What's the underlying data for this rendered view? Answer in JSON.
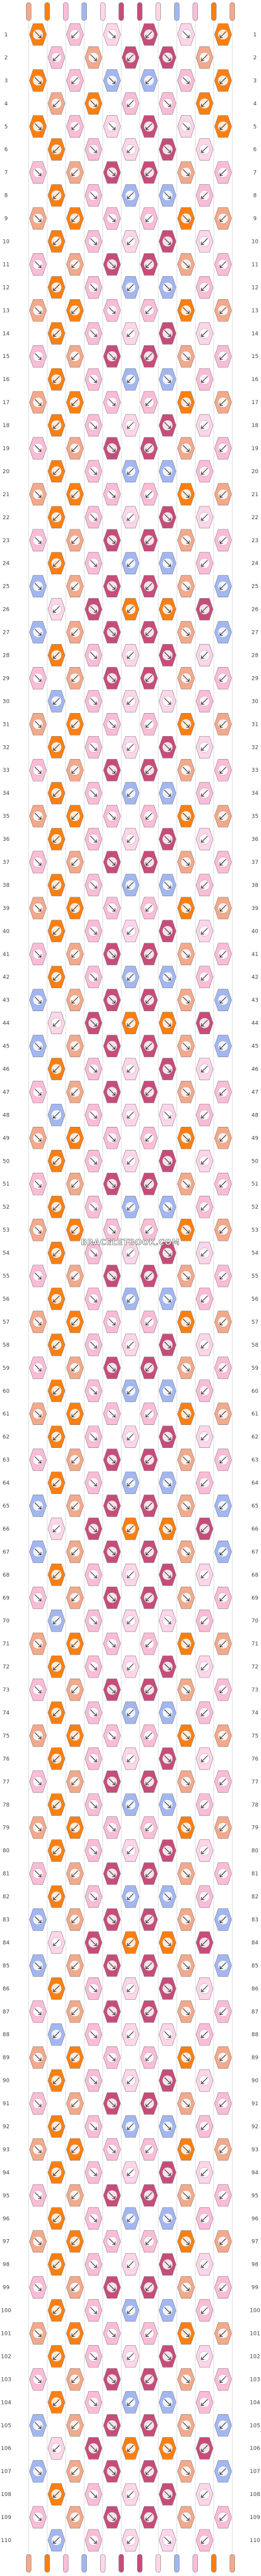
{
  "watermark": "BRACELETBOOK.COM",
  "row_labels": [
    "1",
    "2",
    "3",
    "4",
    "5",
    "6",
    "7",
    "8",
    "9",
    "10",
    "11",
    "12",
    "13",
    "14",
    "15",
    "16",
    "17",
    "18",
    "19",
    "20",
    "21",
    "22",
    "23",
    "24",
    "25",
    "26",
    "27",
    "28",
    "29",
    "30",
    "31",
    "32",
    "33",
    "34",
    "35",
    "36",
    "37",
    "38",
    "39",
    "40",
    "41",
    "42",
    "43",
    "44",
    "45",
    "46",
    "47",
    "48",
    "49",
    "50",
    "51",
    "52",
    "53",
    "54",
    "55",
    "56",
    "57",
    "58",
    "59",
    "60",
    "61",
    "62",
    "63",
    "64",
    "65",
    "66",
    "67",
    "68",
    "69",
    "70",
    "71",
    "72",
    "73",
    "74",
    "75",
    "76",
    "77",
    "78",
    "79",
    "80",
    "81",
    "82",
    "83",
    "84",
    "85",
    "86",
    "87",
    "88",
    "89",
    "90",
    "91",
    "92",
    "93",
    "94",
    "95",
    "96",
    "97",
    "98",
    "99",
    "100",
    "101",
    "102",
    "103",
    "104",
    "105",
    "106",
    "107",
    "108",
    "109",
    "110"
  ],
  "colors": {
    "A": "#f4a98a",
    "B": "#ff7f0e",
    "C": "#fcbcd8",
    "D": "#a2b7f2",
    "E": "#ffd5ea",
    "F": "#c84c7a"
  },
  "strings": [
    "A",
    "B",
    "C",
    "D",
    "E",
    "F",
    "F",
    "E",
    "D",
    "C",
    "B",
    "A"
  ],
  "knot_rows": [
    "BCEFEB",
    "CAFFAC",
    "BCDDCB",
    "ABCCBA",
    "BCEFEB",
    "BCEFEB",
    "CAFFAC",
    "BCDDCB",
    "ABCCBA",
    "BCEFEB",
    "CAFFAC",
    "BCDDCB",
    "ABCCBA",
    "BCEFEB",
    "CAFFAC",
    "BCDDCB",
    "ABCCBA",
    "BCEFEB",
    "CAFFAC",
    "BCDDCB",
    "ABCCBA",
    "BCEFEB",
    "CAFFAC",
    "BCDDCB",
    "DAFFAD",
    "EFBBFE",
    "DAFFAD",
    "BCEFEB",
    "CAFFAC",
    "DCEECD",
    "ABCCBA",
    "BCEFEB",
    "CAFFAC",
    "BCDDCB",
    "ABCCBA",
    "BCEFEB",
    "CAFFAC",
    "BCDDCB",
    "ABCCBA",
    "BCEFEB",
    "CAFFAC",
    "BCDDCB",
    "DAFFAD",
    "EFBBFE",
    "DAFFAD",
    "BCEFEB",
    "CAFFAC",
    "DCEECD",
    "ABCCBA",
    "BCEFEB",
    "CAFFAC",
    "BCDDCB",
    "ABCCBA",
    "BCEFEB",
    "CAFFAC",
    "BCDDCB",
    "ABCCBA",
    "BCEFEB",
    "CAFFAC",
    "BCDDCB",
    "ABCCBA",
    "BCEFEB",
    "CAFFAC",
    "BCDDCB",
    "DAFFAD",
    "EFBBFE",
    "DAFFAD",
    "BCEFEB",
    "CAFFAC",
    "DCEECD",
    "ABCCBA",
    "BCEFEB",
    "CAFFAC",
    "BCDDCB",
    "ABCCBA",
    "BCEFEB",
    "CAFFAC",
    "BCDDCB",
    "ABCCBA",
    "BCEFEB",
    "CAFFAC",
    "BCDDCB",
    "DAFFAD",
    "EFBBFE",
    "DAFFAD",
    "BCEFEB",
    "CAFFAC",
    "DCEECD",
    "ABCCBA",
    "BCEFEB",
    "CAFFAC",
    "BCDDCB",
    "ABCCBA",
    "BCEFEB",
    "CAFFAC",
    "BCDDCB",
    "ABCCBA",
    "BCEFEB",
    "CAFFAC",
    "BCDDCB",
    "ABCCBA",
    "BCEFEB",
    "CAFFAC",
    "BCDDCB",
    "DAFFAD",
    "EFBBFE",
    "DAFFAD",
    "BCEFEB",
    "CAFFAC",
    "DCEECD"
  ]
}
